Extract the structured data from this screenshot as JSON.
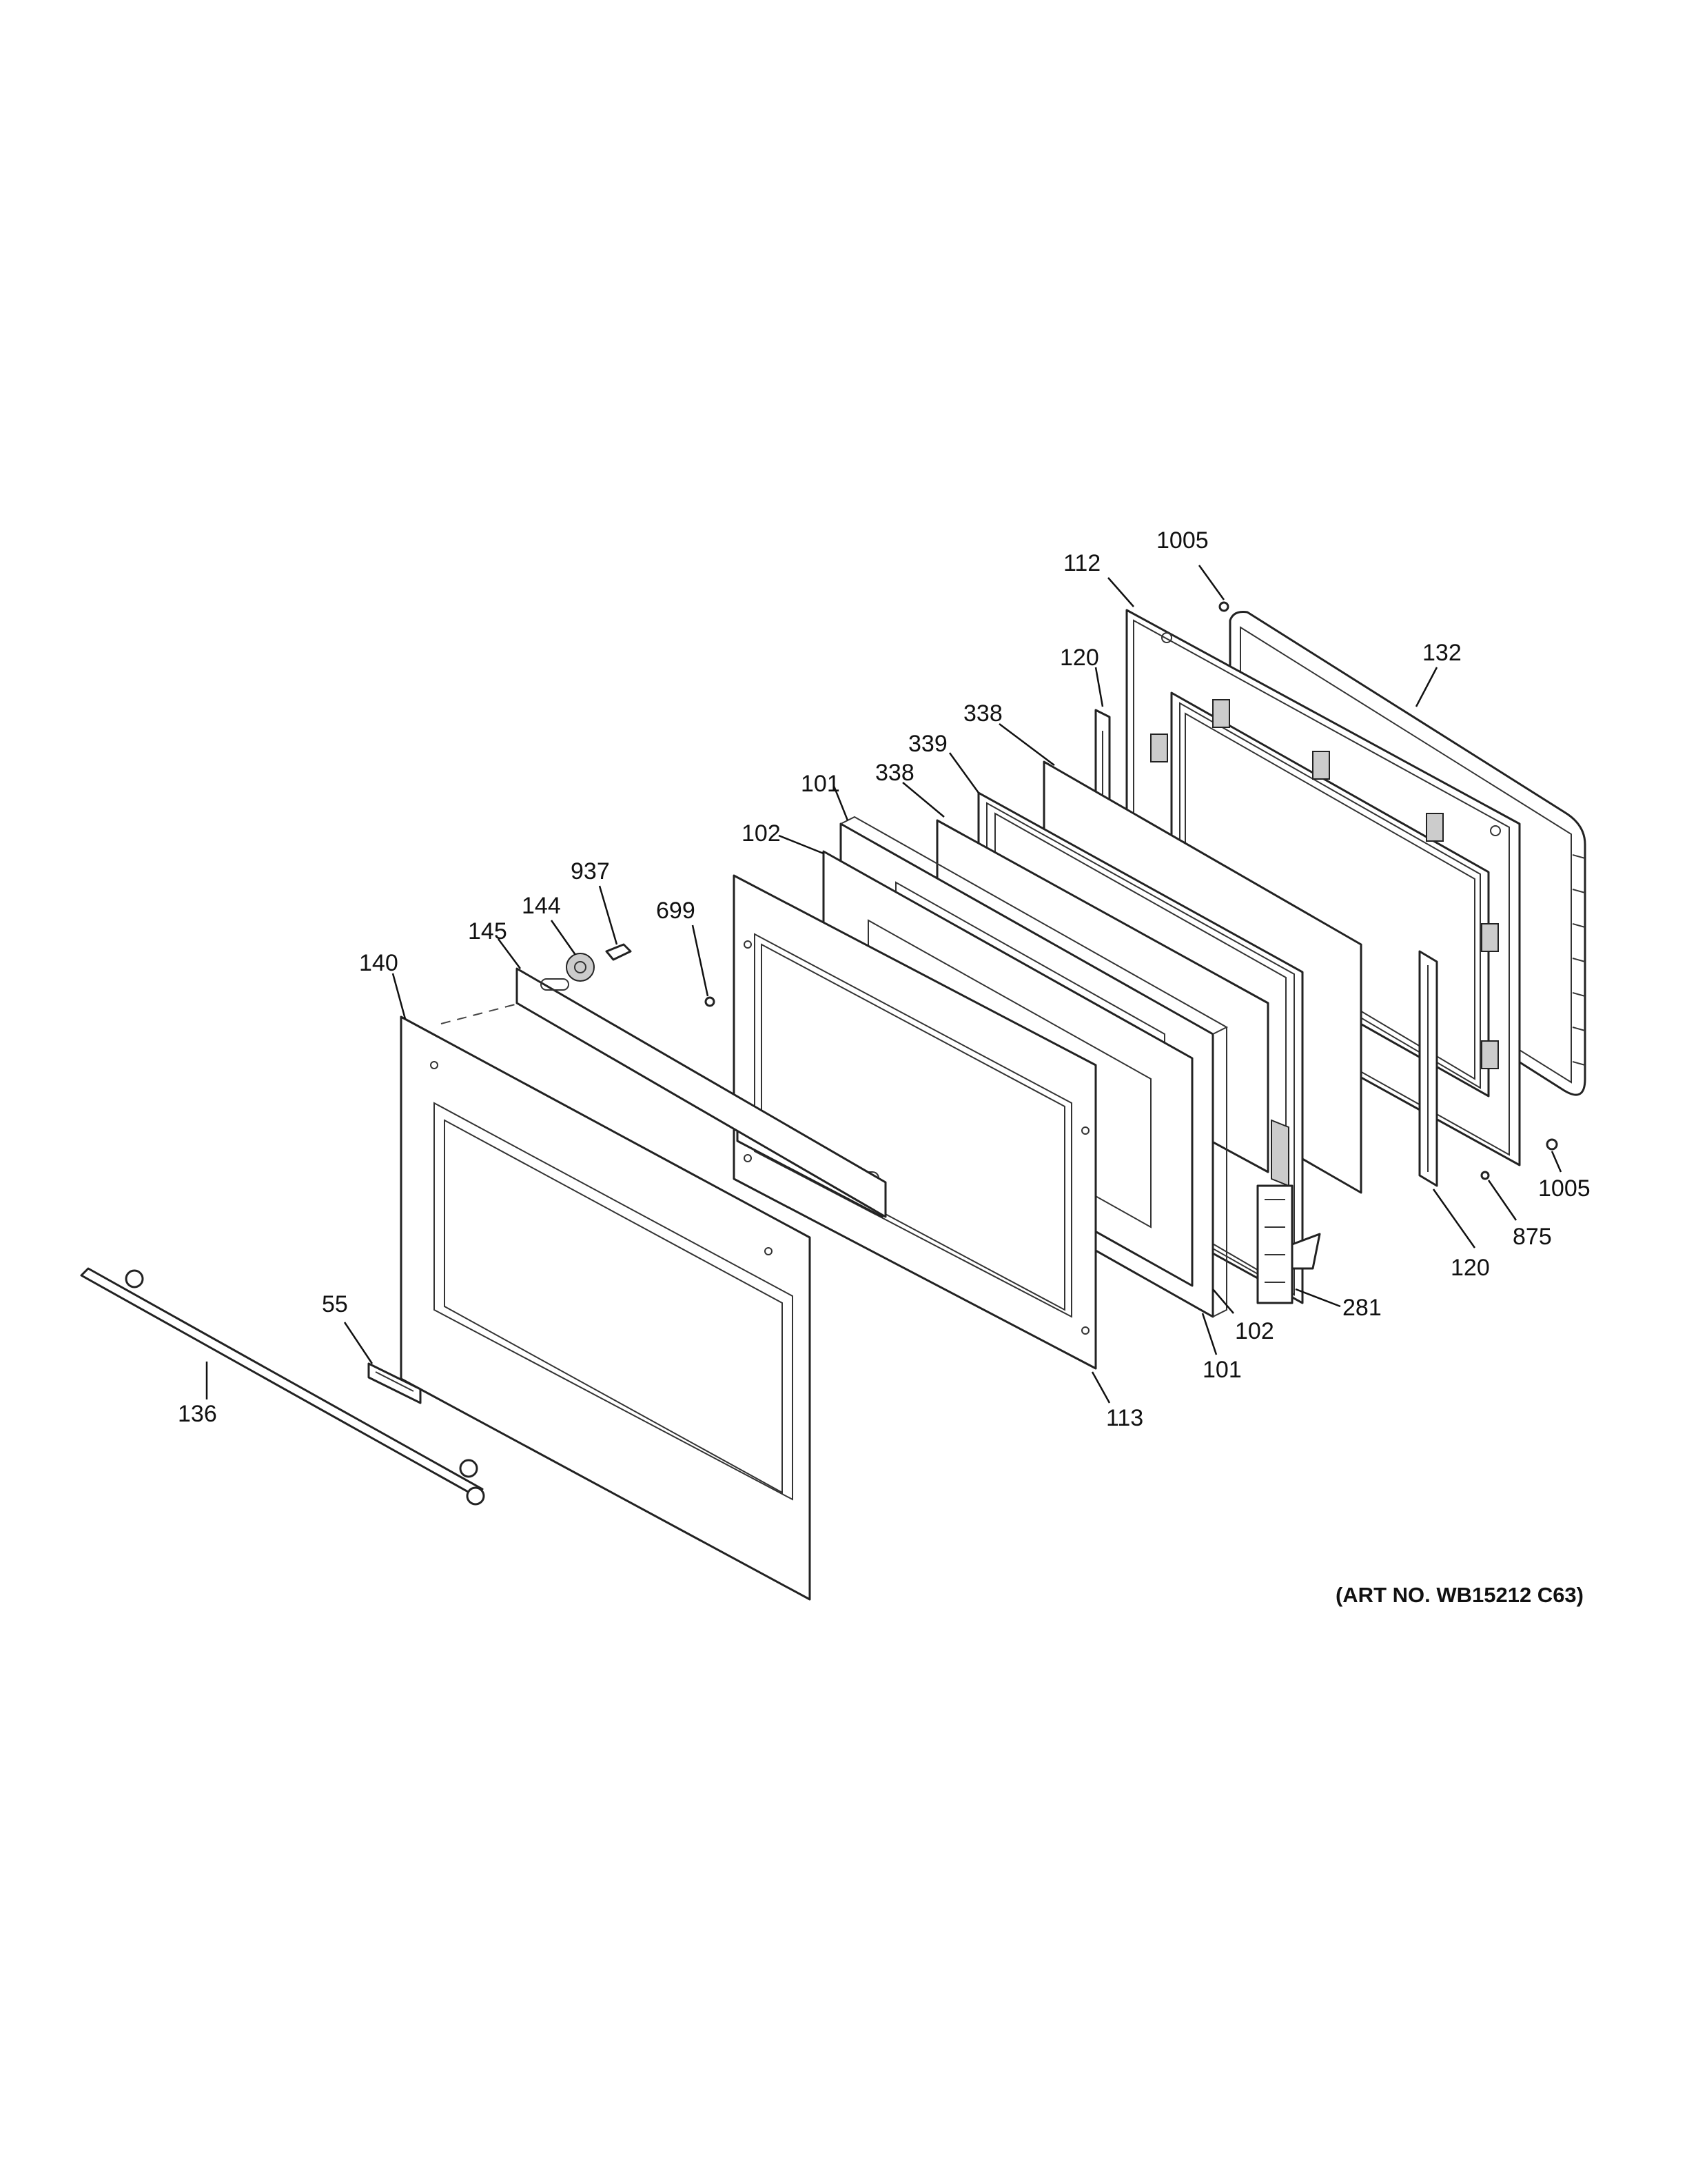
{
  "diagram": {
    "callouts": [
      {
        "id": "c1005a",
        "label": "1005"
      },
      {
        "id": "c112",
        "label": "112"
      },
      {
        "id": "c132",
        "label": "132"
      },
      {
        "id": "c120a",
        "label": "120"
      },
      {
        "id": "c338a",
        "label": "338"
      },
      {
        "id": "c339",
        "label": "339"
      },
      {
        "id": "c338b",
        "label": "338"
      },
      {
        "id": "c101a",
        "label": "101"
      },
      {
        "id": "c102a",
        "label": "102"
      },
      {
        "id": "c937",
        "label": "937"
      },
      {
        "id": "c699",
        "label": "699"
      },
      {
        "id": "c144",
        "label": "144"
      },
      {
        "id": "c145",
        "label": "145"
      },
      {
        "id": "c140",
        "label": "140"
      },
      {
        "id": "c55",
        "label": "55"
      },
      {
        "id": "c136",
        "label": "136"
      },
      {
        "id": "c113",
        "label": "113"
      },
      {
        "id": "c101b",
        "label": "101"
      },
      {
        "id": "c102b",
        "label": "102"
      },
      {
        "id": "c281",
        "label": "281"
      },
      {
        "id": "c120b",
        "label": "120"
      },
      {
        "id": "c875",
        "label": "875"
      },
      {
        "id": "c1005b",
        "label": "1005"
      }
    ],
    "art_number": "(ART NO. WB15212 C63)"
  }
}
